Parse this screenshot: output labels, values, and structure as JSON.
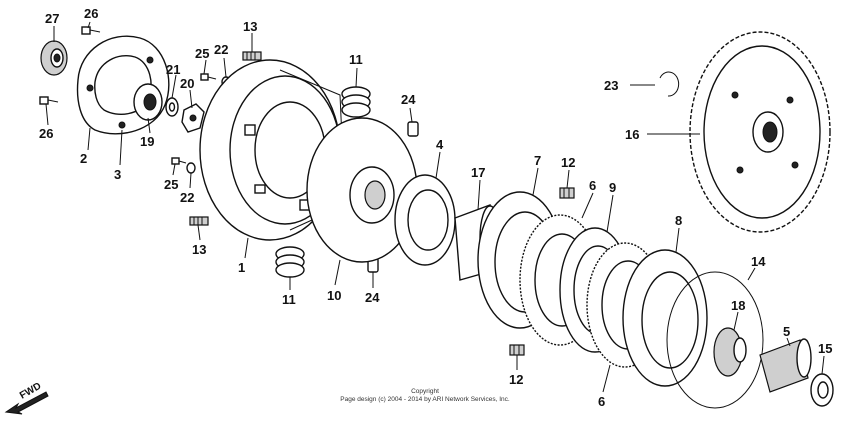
{
  "labels": {
    "p27": "27",
    "p26a": "26",
    "p26b": "26",
    "p2": "2",
    "p3": "3",
    "p19": "19",
    "p21": "21",
    "p20": "20",
    "p25a": "25",
    "p22a": "22",
    "p13a": "13",
    "p25b": "25",
    "p22b": "22",
    "p13b": "13",
    "p1": "1",
    "p11a": "11",
    "p11b": "11",
    "p24a": "24",
    "p24b": "24",
    "p10": "10",
    "p4": "4",
    "p17": "17",
    "p7": "7",
    "p12a": "12",
    "p12b": "12",
    "p6a": "6",
    "p6b": "6",
    "p9": "9",
    "p8": "8",
    "p23": "23",
    "p16": "16",
    "p14": "14",
    "p18": "18",
    "p5": "5",
    "p15": "15"
  },
  "copyright": {
    "line1": "Copyright",
    "line2": "Page design (c) 2004 - 2014 by ARI Network Services, Inc."
  },
  "fwd_label": "FWD"
}
